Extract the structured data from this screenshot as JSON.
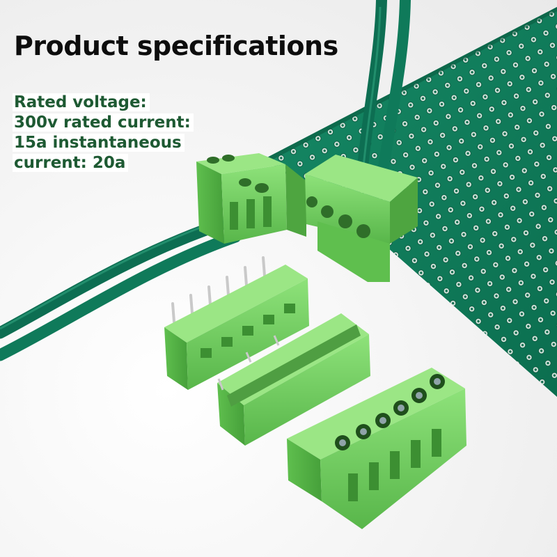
{
  "heading": "Product specifications",
  "spec_lines": [
    "Rated voltage:",
    "300v rated current:",
    "15a instantaneous",
    "current: 20a"
  ],
  "colors": {
    "heading_text": "#0d0d0d",
    "spec_text": "#1e5a33",
    "pcb_board": "#0f7a5a",
    "connector_green": "#6fcf5c",
    "wire_green": "#0f7a5a"
  }
}
